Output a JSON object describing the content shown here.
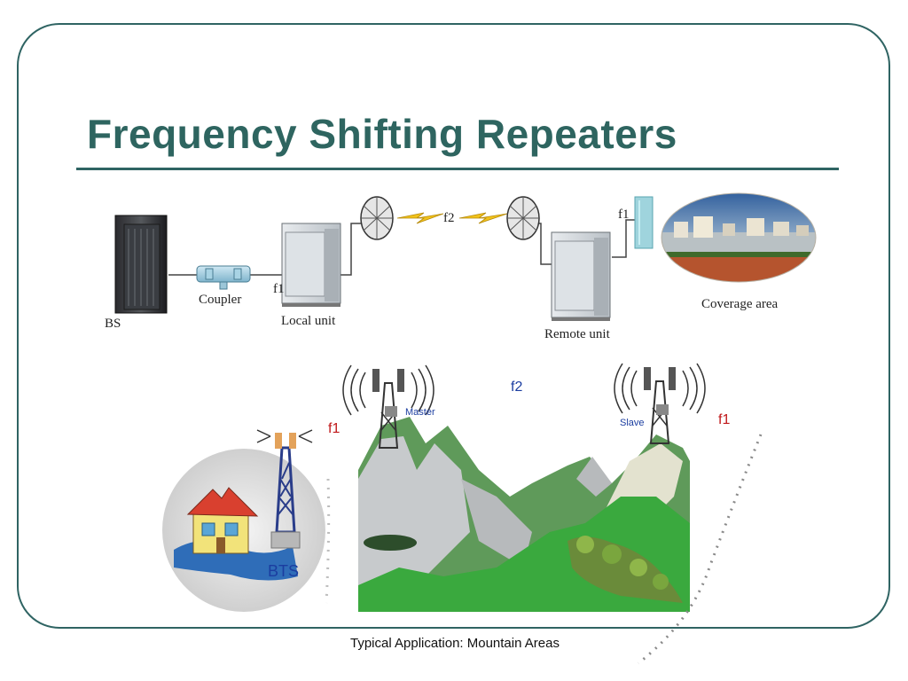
{
  "slide": {
    "title": "Frequency Shifting Repeaters"
  },
  "system_diagram": {
    "bs_label": "BS",
    "coupler_label": "Coupler",
    "local_unit_label": "Local unit",
    "remote_unit_label": "Remote unit",
    "coverage_label": "Coverage area",
    "link_freq": "f2",
    "local_freq": "f1",
    "remote_freq": "f1"
  },
  "mountain_diagram": {
    "master_label": "Master",
    "slave_label": "Slave",
    "link_freq": "f2",
    "bts_side_freq": "f1",
    "slave_side_freq": "f1",
    "bts_label": "BTS",
    "caption": "Typical Application: Mountain Areas"
  },
  "colors": {
    "title": "#2e6560",
    "frame": "#2f6463",
    "freq_red": "#c0181a",
    "freq_blue": "#1b3da0"
  }
}
